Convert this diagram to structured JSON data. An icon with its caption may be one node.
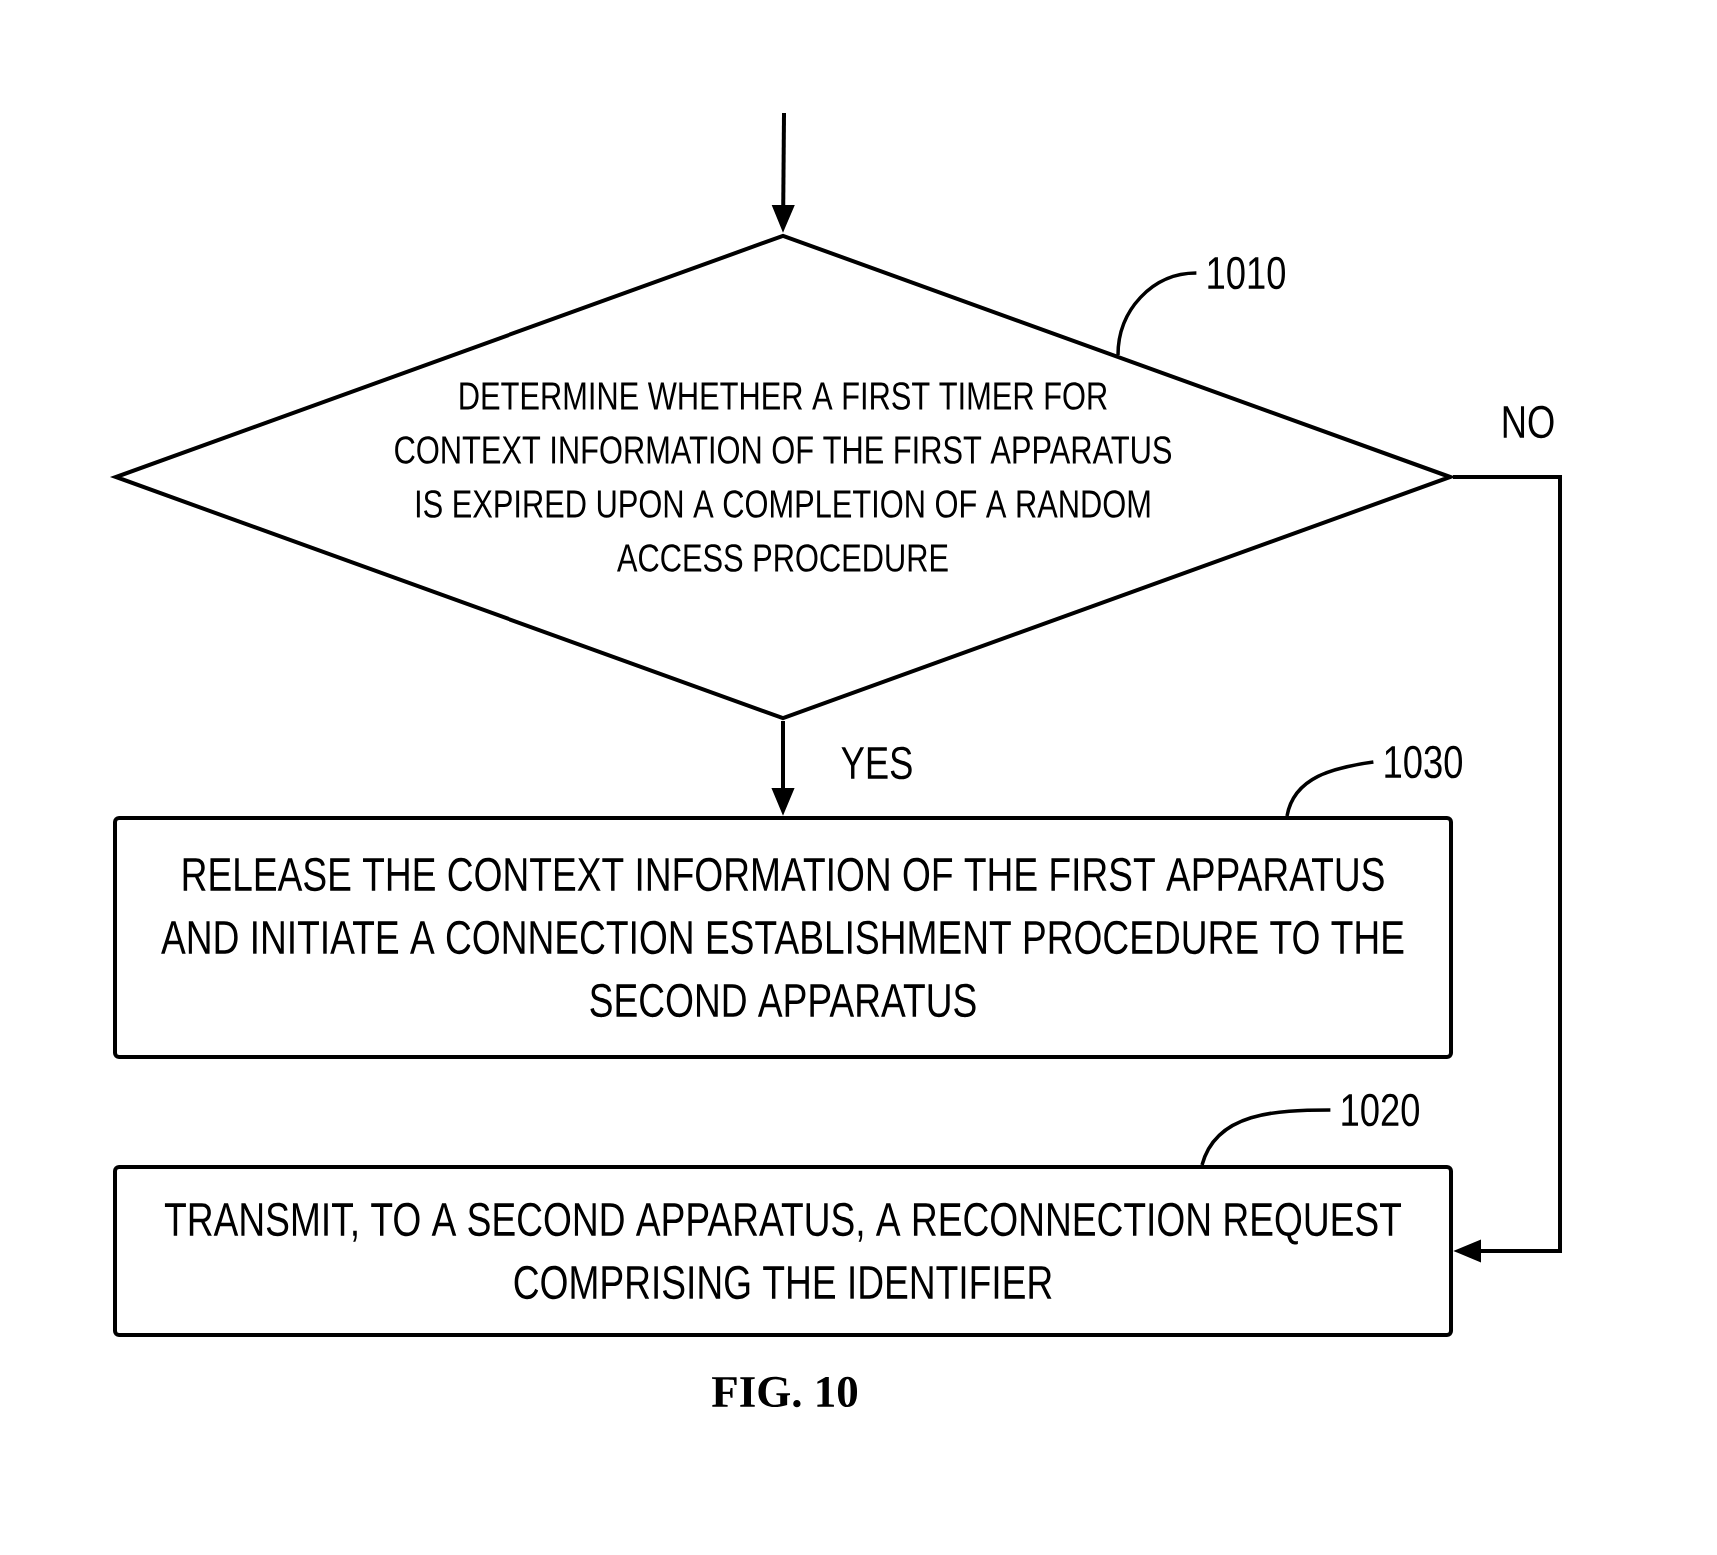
{
  "diagram": {
    "caption": "FIG. 10",
    "nodes": [
      {
        "text": [
          "DETERMINE WHETHER A FIRST TIMER FOR CONTEXT INFORMATION OF THE FIRST APPARATUS IS EXPIRED UPON A COMPLETION OF A RANDOM ACCESS PROCEDURE"
        ]
      },
      {
        "text": [
          "1010"
        ]
      },
      {
        "text": [
          "RELEASE THE CONTEXT INFORMATION OF THE FIRST APPARATUS AND INITIATE A CONNECTION ESTABLISHMENT PROCEDURE TO THE SECOND APPARATUS"
        ]
      },
      {
        "text": [
          "1030"
        ]
      },
      {
        "text": [
          "TRANSMIT, TO A SECOND APPARATUS, A RECONNECTION REQUEST COMPRISING THE IDENTIFIER"
        ]
      },
      {
        "text": [
          "1020"
        ]
      }
    ],
    "edges": [
      {
        "from": null,
        "to": 0,
        "arrow": "to"
      },
      {
        "from": 0,
        "to": 2,
        "arrow": "to",
        "label": "YES"
      },
      {
        "from": 0,
        "to": 4,
        "arrow": "to",
        "label": "NO"
      },
      {
        "from": 1,
        "to": 0,
        "arrow": "none"
      },
      {
        "from": 3,
        "to": 2,
        "arrow": "none"
      },
      {
        "from": 5,
        "to": 4,
        "arrow": "none"
      }
    ]
  }
}
